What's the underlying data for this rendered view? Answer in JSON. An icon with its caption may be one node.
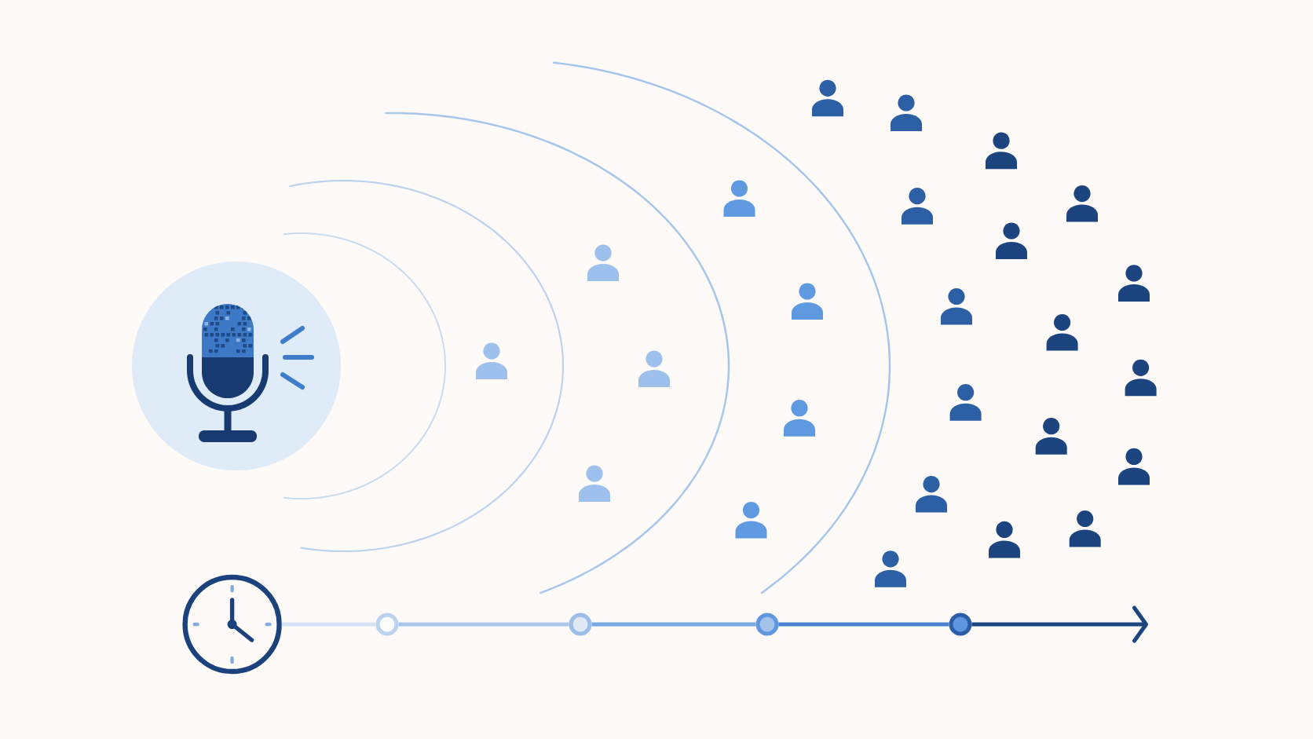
{
  "diagram": {
    "nodes": [
      {
        "text": [],
        "shape": "picture"
      },
      {
        "text": [],
        "shape": "circle"
      },
      {
        "text": [],
        "shape": "circle"
      },
      {
        "text": [],
        "shape": "circle"
      },
      {
        "text": [],
        "shape": "circle"
      }
    ],
    "edges": [
      {
        "from": 0,
        "to": 1,
        "arrow": "none",
        "color": "#d4e3f5"
      },
      {
        "from": 1,
        "to": 2,
        "arrow": "none",
        "color": "#a9c7ec"
      },
      {
        "from": 2,
        "to": 3,
        "arrow": "none",
        "color": "#78a8e3"
      },
      {
        "from": 3,
        "to": 4,
        "arrow": "none",
        "color": "#4a82cf"
      },
      {
        "from": 4,
        "to": null,
        "arrow": "to",
        "color": "#1d4580"
      }
    ]
  }
}
